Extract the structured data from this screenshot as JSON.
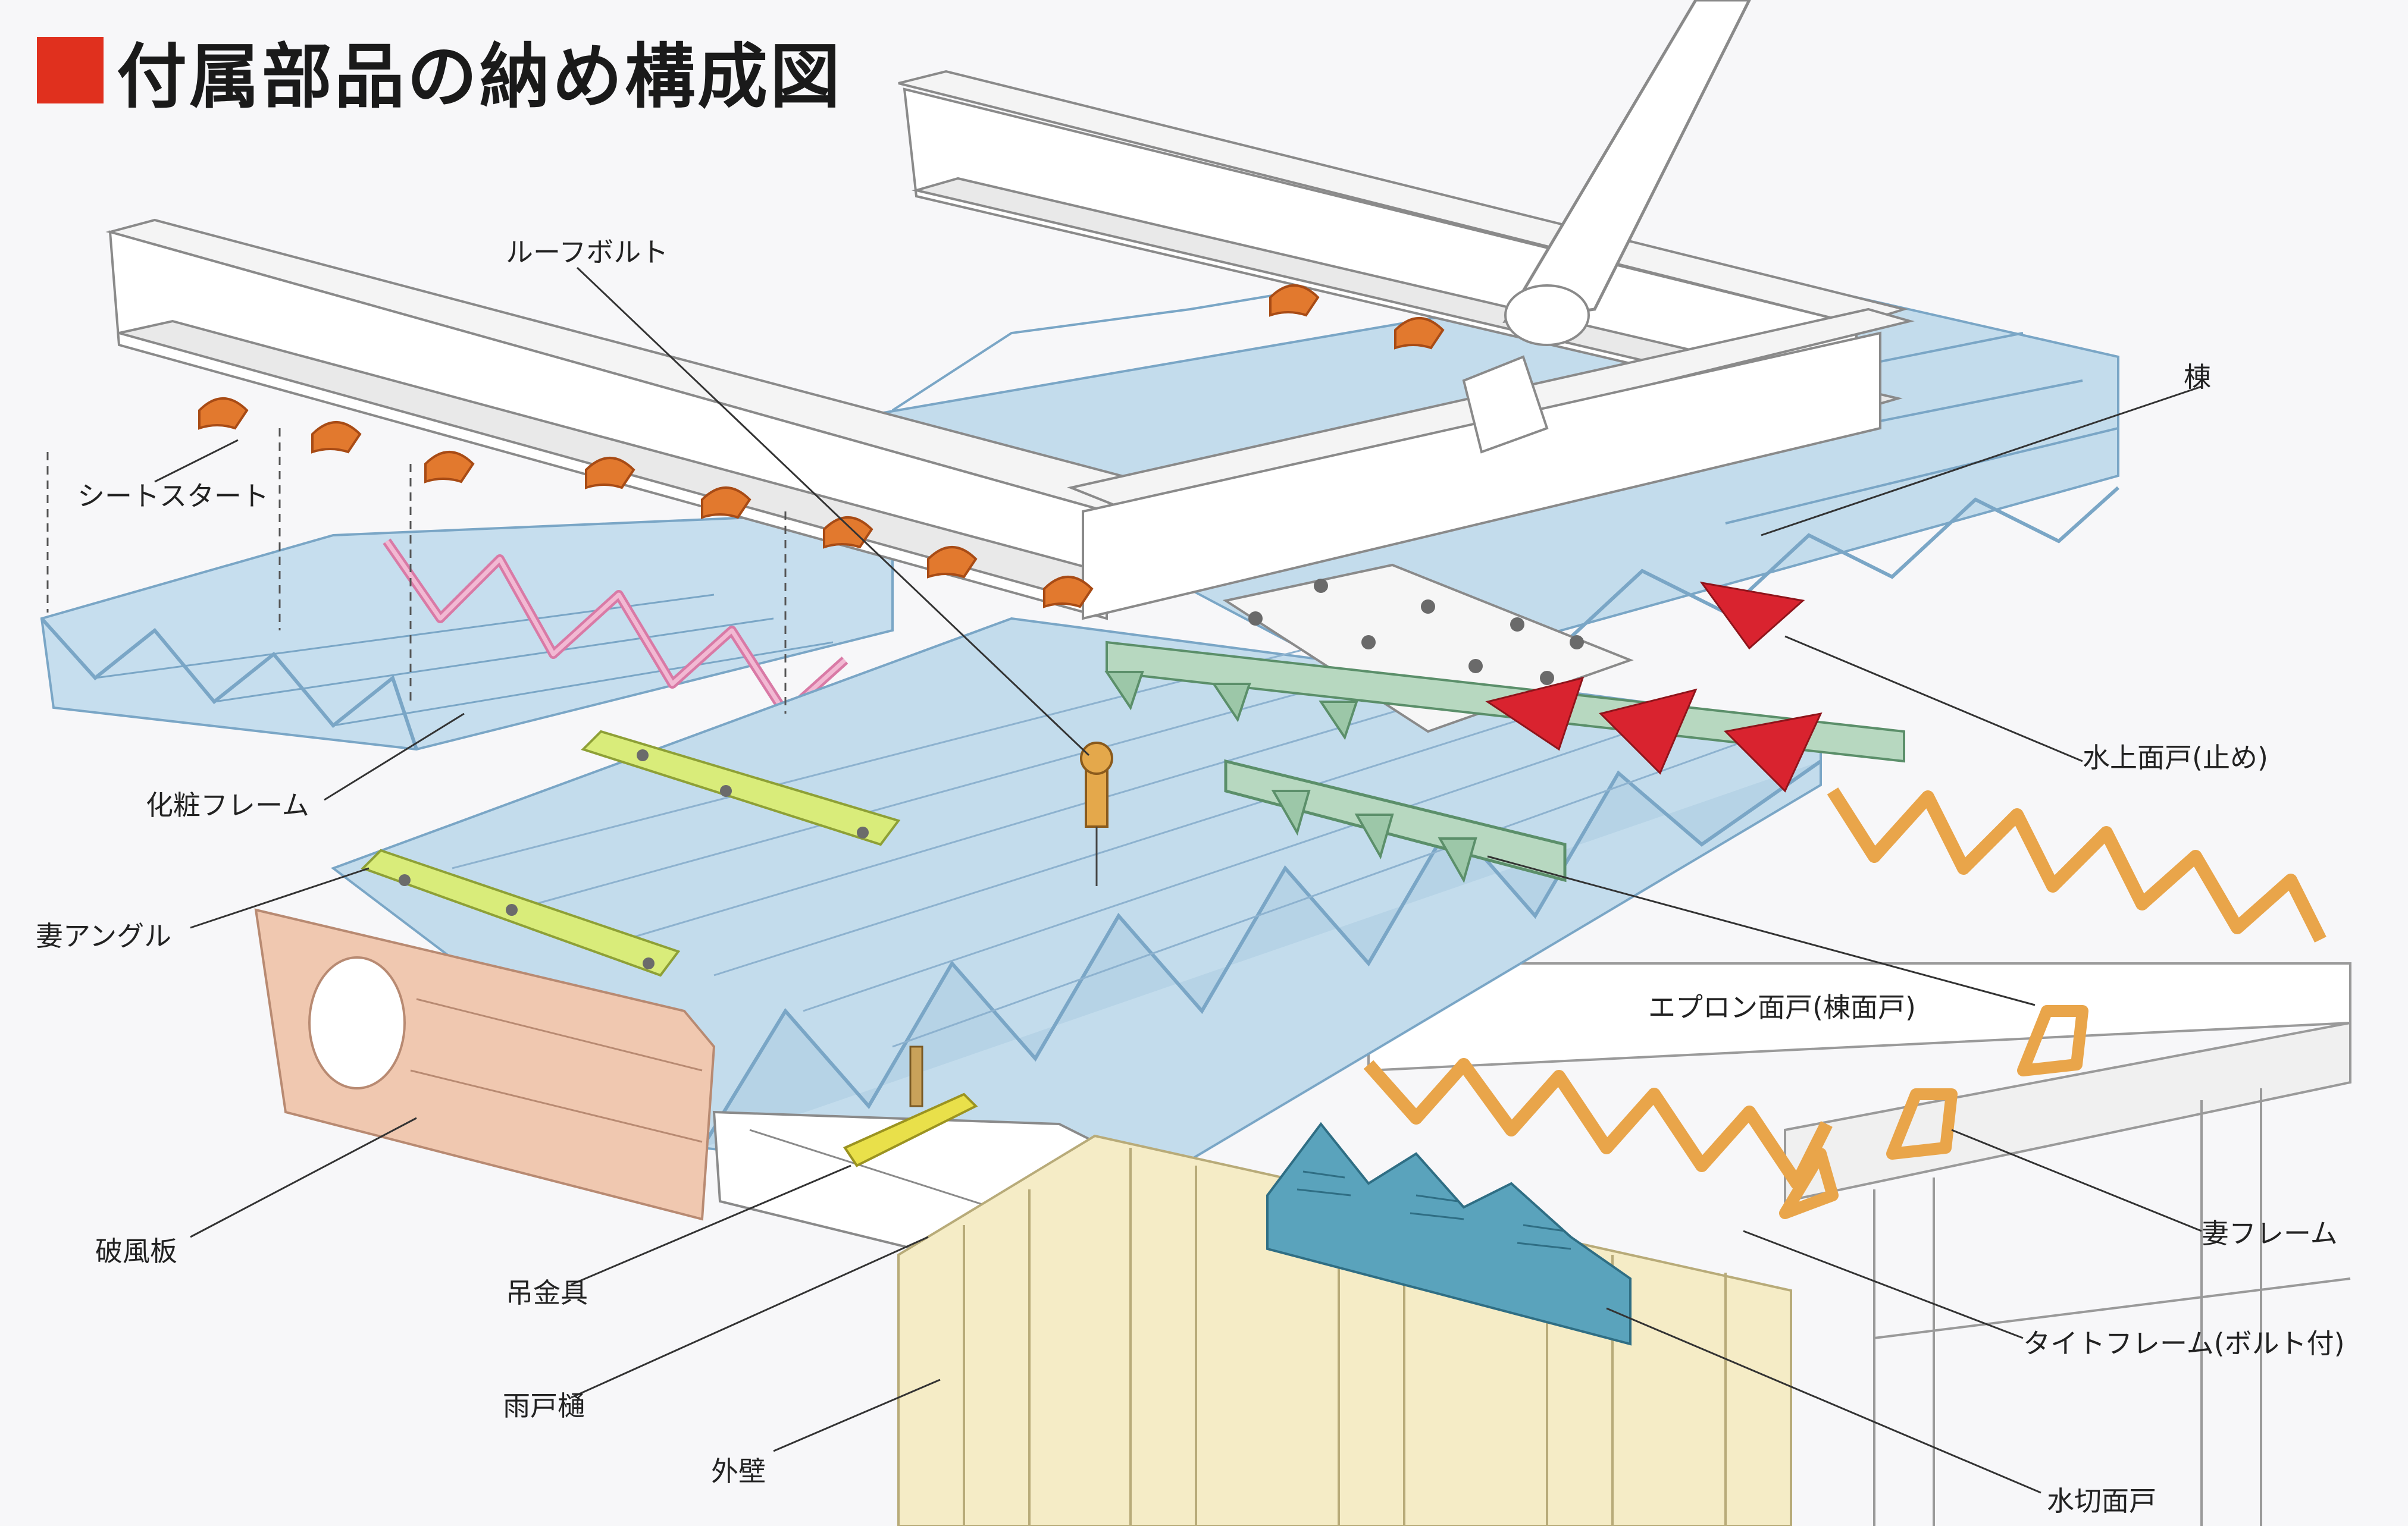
{
  "title": "付属部品の納め構成図",
  "colors": {
    "accent": "#e0301e",
    "roof_panel": "#bcd8ea",
    "roof_stroke": "#7aa6c6",
    "steel": "#f2f2f2",
    "frame_orange": "#e9a54a",
    "clip_orange": "#e2792e",
    "angle_yellow": "#d9ec7a",
    "verge_pink": "#f0c8b0",
    "apron_green": "#b7d8c0",
    "red_filler": "#d9232f",
    "cut_blue": "#5aa3bc",
    "wall_cream": "#f5ecc6"
  },
  "labels": {
    "roof_bolt": "ルーフボルト",
    "ridge": "棟",
    "sheet_start": "シートスタート",
    "fascia_frame": "化粧フレーム",
    "gable_angle": "妻アングル",
    "water_upper_filler": "水上面戸(止め)",
    "apron_filler": "エプロン面戸(棟面戸)",
    "verge_board": "破風板",
    "gable_frame": "妻フレーム",
    "hanger": "吊金具",
    "tight_frame": "タイトフレーム(ボルト付)",
    "gutter": "雨戸樋",
    "outer_wall": "外壁",
    "water_cut_filler": "水切面戸"
  }
}
